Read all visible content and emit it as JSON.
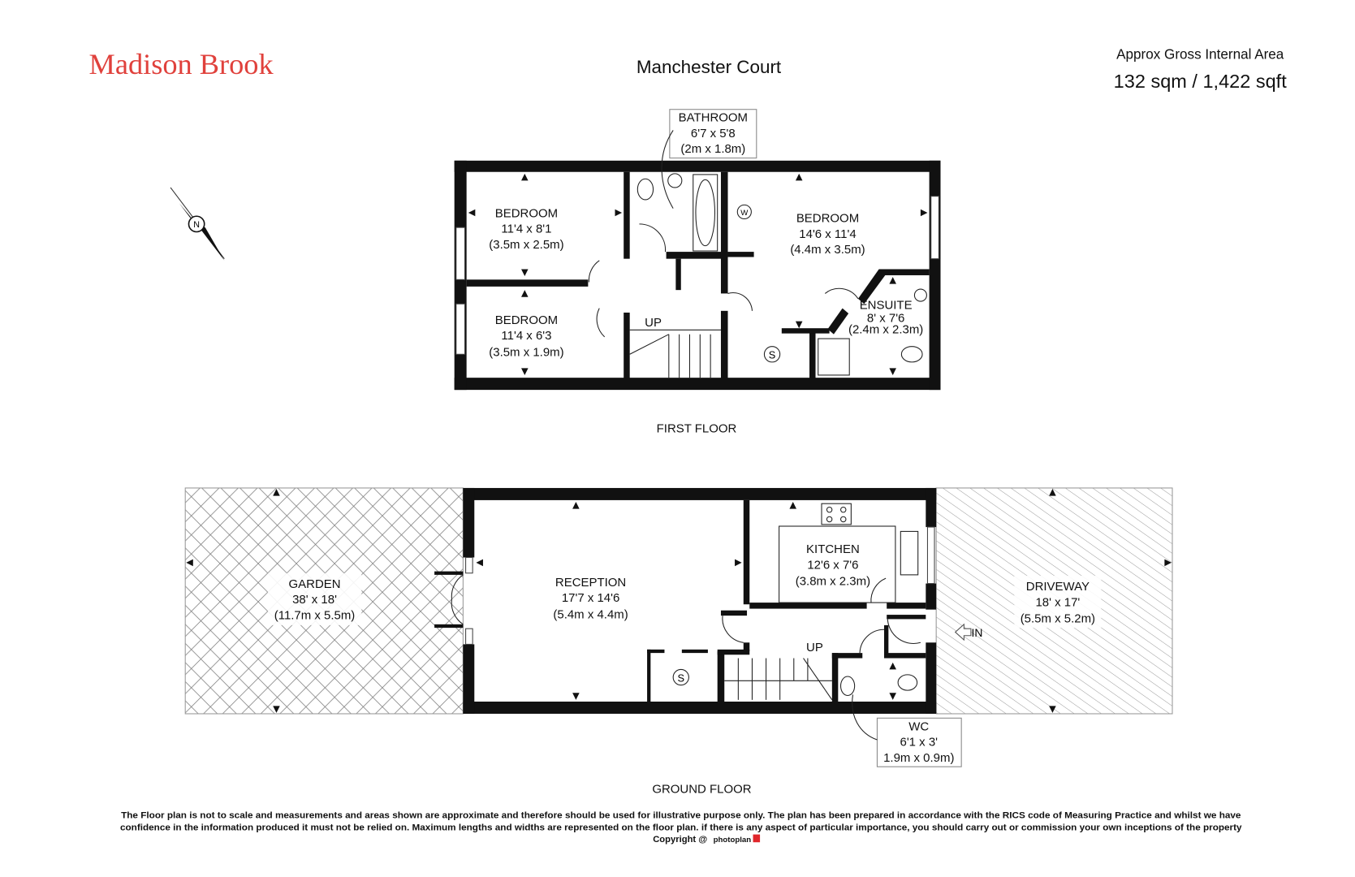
{
  "header": {
    "brand": "Madison Brook",
    "property_name": "Manchester Court",
    "area_label": "Approx Gross Internal Area",
    "area_value": "132 sqm / 1,422 sqft"
  },
  "colors": {
    "brand": "#e0413c",
    "wall": "#111111"
  },
  "compass": {
    "label": "N"
  },
  "first_floor": {
    "title": "FIRST FLOOR",
    "rooms": [
      {
        "name": "BEDROOM",
        "imperial": "11'4 x 8'1",
        "metric": "(3.5m x 2.5m)"
      },
      {
        "name": "BEDROOM",
        "imperial": "11'4 x 6'3",
        "metric": "(3.5m x 1.9m)"
      },
      {
        "name": "BATHROOM",
        "imperial": "6'7 x 5'8",
        "metric": "(2m x 1.8m)"
      },
      {
        "name": "BEDROOM",
        "imperial": "14'6 x 11'4",
        "metric": "(4.4m x 3.5m)"
      },
      {
        "name": "ENSUITE",
        "imperial": "8' x 7'6",
        "metric": "(2.4m x 2.3m)"
      }
    ],
    "stairs_label": "UP",
    "storage_label": "S",
    "wardrobe_label": "W"
  },
  "ground_floor": {
    "title": "GROUND FLOOR",
    "rooms": [
      {
        "name": "GARDEN",
        "imperial": "38' x 18'",
        "metric": "(11.7m x 5.5m)"
      },
      {
        "name": "RECEPTION",
        "imperial": "17'7 x 14'6",
        "metric": "(5.4m x 4.4m)"
      },
      {
        "name": "KITCHEN",
        "imperial": "12'6 x 7'6",
        "metric": "(3.8m x 2.3m)"
      },
      {
        "name": "DRIVEWAY",
        "imperial": "18' x 17'",
        "metric": "(5.5m x 5.2m)"
      },
      {
        "name": "WC",
        "imperial": "6'1 x 3'",
        "metric": "1.9m x 0.9m)"
      }
    ],
    "stairs_label": "UP",
    "storage_label": "S",
    "entrance_label": "IN"
  },
  "footer": {
    "line1": "The Floor plan is not to scale and measurements and areas shown are approximate and therefore should be used for illustrative purpose only. The plan has been prepared in accordance with the RICS code of Measuring Practice and whilst we have",
    "line2": "confidence in the information produced it must not be relied on. Maximum  lengths and widths are represented on the floor plan. if there is any aspect of particular importance, you should carry out or commission your own inceptions of the property",
    "copyright": "Copyright @",
    "logo_text": "photoplan"
  }
}
